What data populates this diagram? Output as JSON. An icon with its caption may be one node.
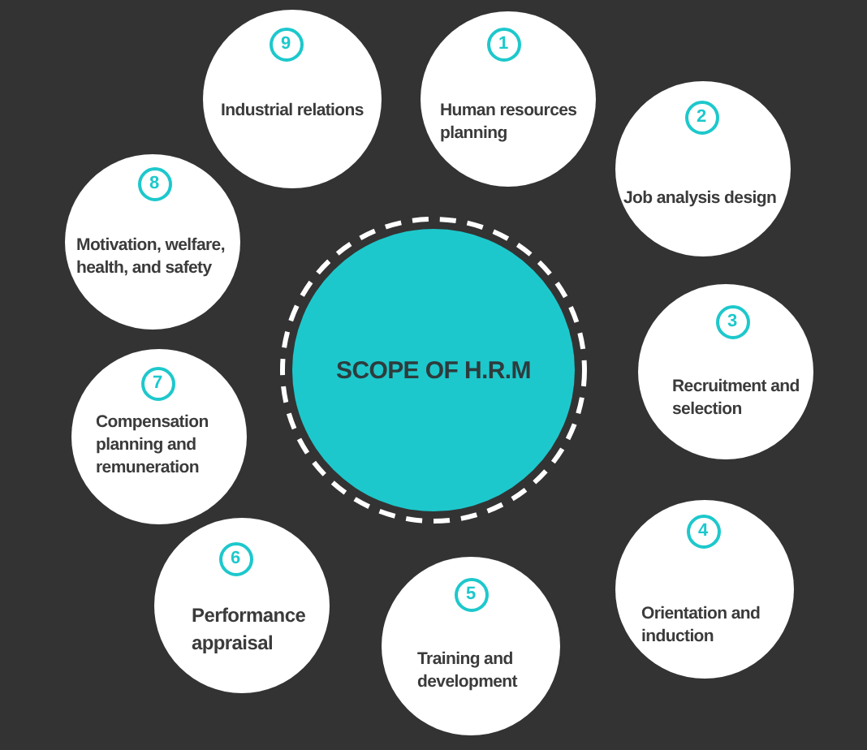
{
  "diagram": {
    "nodes": [
      {
        "text": [
          "SCOPE OF H.R.M"
        ]
      },
      {
        "text": [
          "1",
          "Human resources planning"
        ]
      },
      {
        "text": [
          "2",
          "Job analysis design"
        ]
      },
      {
        "text": [
          "3",
          "Recruitment and selection"
        ]
      },
      {
        "text": [
          "4",
          "Orientation and induction"
        ]
      },
      {
        "text": [
          "5",
          "Training and development"
        ]
      },
      {
        "text": [
          "6",
          "Performance appraisal"
        ]
      },
      {
        "text": [
          "7",
          "Compensation planning and remuneration"
        ]
      },
      {
        "text": [
          "8",
          "Motivation, welfare, health, and safety"
        ]
      },
      {
        "text": [
          "9",
          "Industrial relations"
        ]
      }
    ]
  }
}
